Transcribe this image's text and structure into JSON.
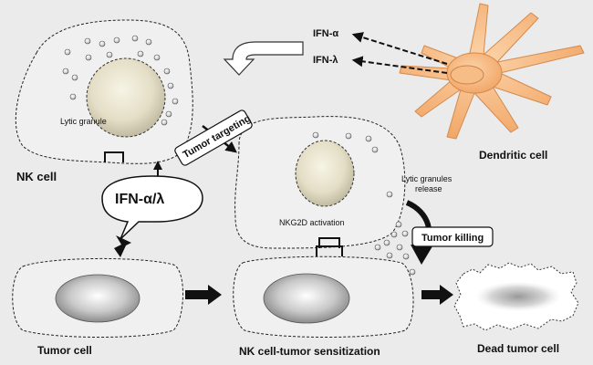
{
  "labels": {
    "ifn_alpha": "IFN-α",
    "ifn_lambda": "IFN-λ",
    "dendritic_cell": "Dendritic cell",
    "lytic_granule": "Lytic granule",
    "nk_cell": "NK cell",
    "tumor_targeting": "Tumor targeting",
    "ifn_alpha_lambda": "IFN-α/λ",
    "lytic_granules_release_line1": "Lytic granules",
    "lytic_granules_release_line2": "release",
    "nkg2d_activation": "NKG2D activation",
    "tumor_killing": "Tumor killing",
    "tumor_cell": "Tumor cell",
    "nk_tumor_sensitization": "NK cell-tumor sensitization",
    "dead_tumor_cell": "Dead tumor cell"
  },
  "colors": {
    "background": "#ebebeb",
    "dendritic_fill": "#f8c08a",
    "dendritic_stroke": "#d9925a",
    "nucleus_light": "#f4f0df",
    "nucleus_dark": "#b9b39a",
    "tumor_nucleus_light": "#ffffff",
    "tumor_nucleus_dark": "#8a8a8a"
  }
}
